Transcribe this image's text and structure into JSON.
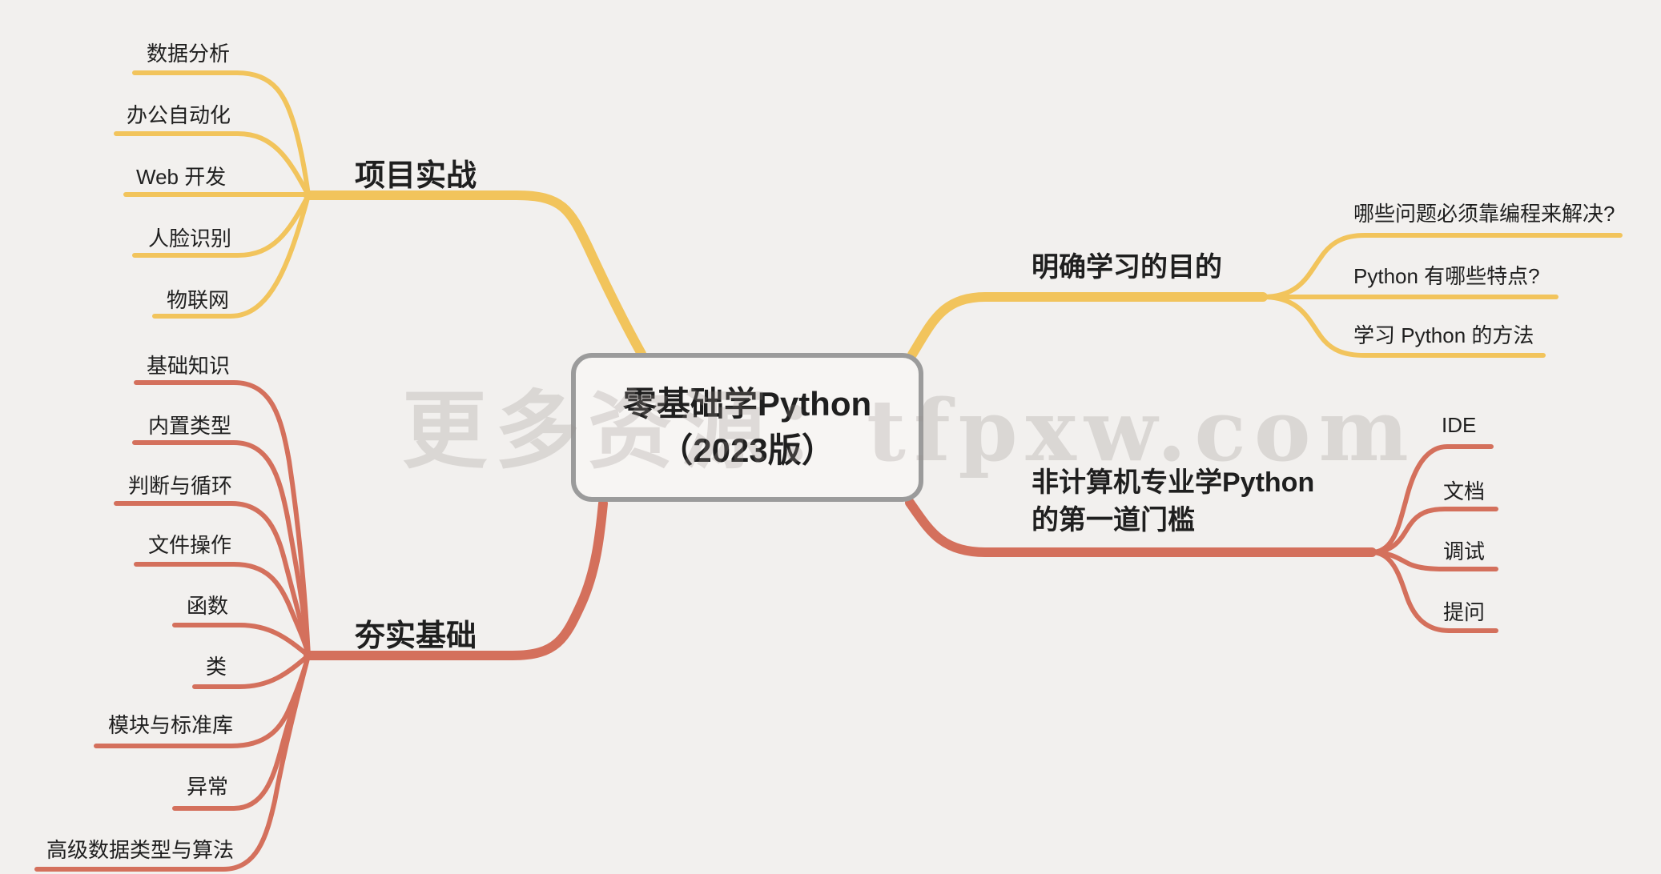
{
  "root": {
    "title_line1": "零基础学Python",
    "title_line2": "（2023版）"
  },
  "watermark": "更多资源：tfpxw.com",
  "colors": {
    "background": "#f2f0ee",
    "yellow_branch": "#f2c45c",
    "red_branch": "#d4705c",
    "node_border": "#9b9b9b",
    "node_fill": "#f7f5f3",
    "text": "#1f1f1f",
    "watermark": "rgba(150,143,138,0.26)"
  },
  "branches": [
    {
      "name": "project-practice",
      "label": "项目实战",
      "children": [
        "数据分析",
        "办公自动化",
        "Web 开发",
        "人脸识别",
        "物联网"
      ]
    },
    {
      "name": "solid-foundation",
      "label": "夯实基础",
      "children": [
        "基础知识",
        "内置类型",
        "判断与循环",
        "文件操作",
        "函数",
        "类",
        "模块与标准库",
        "异常",
        "高级数据类型与算法"
      ]
    },
    {
      "name": "learning-purpose",
      "label": "明确学习的目的",
      "children": [
        "哪些问题必须靠编程来解决?",
        "Python 有哪些特点?",
        "学习 Python 的方法"
      ]
    },
    {
      "name": "first-threshold",
      "label_lines": [
        "非计算机专业学Python",
        "的第一道门槛"
      ],
      "children": [
        "IDE",
        "文档",
        "调试",
        "提问"
      ]
    }
  ]
}
